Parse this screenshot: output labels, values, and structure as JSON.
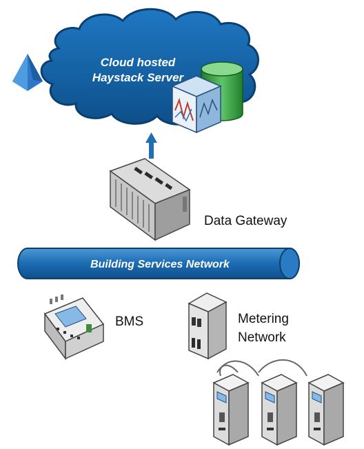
{
  "cloud": {
    "title_line1": "Cloud hosted",
    "title_line2": "Haystack Server"
  },
  "gateway": {
    "label": "Data Gateway"
  },
  "network": {
    "label": "Building Services Network"
  },
  "bms": {
    "label": "BMS"
  },
  "metering": {
    "label_line1": "Metering",
    "label_line2": "Network"
  },
  "icons": [
    "logo-icon",
    "database-icon",
    "server-cube-icon",
    "upload-arrow-icon",
    "gateway-device-icon",
    "bms-controller-icon",
    "metering-server-icon",
    "meter-icon"
  ],
  "colors": {
    "cloud": "#1565a8",
    "network_pipe": "#1b6db5",
    "database": "#2e9a3a",
    "arrow": "#1f6fb2"
  }
}
